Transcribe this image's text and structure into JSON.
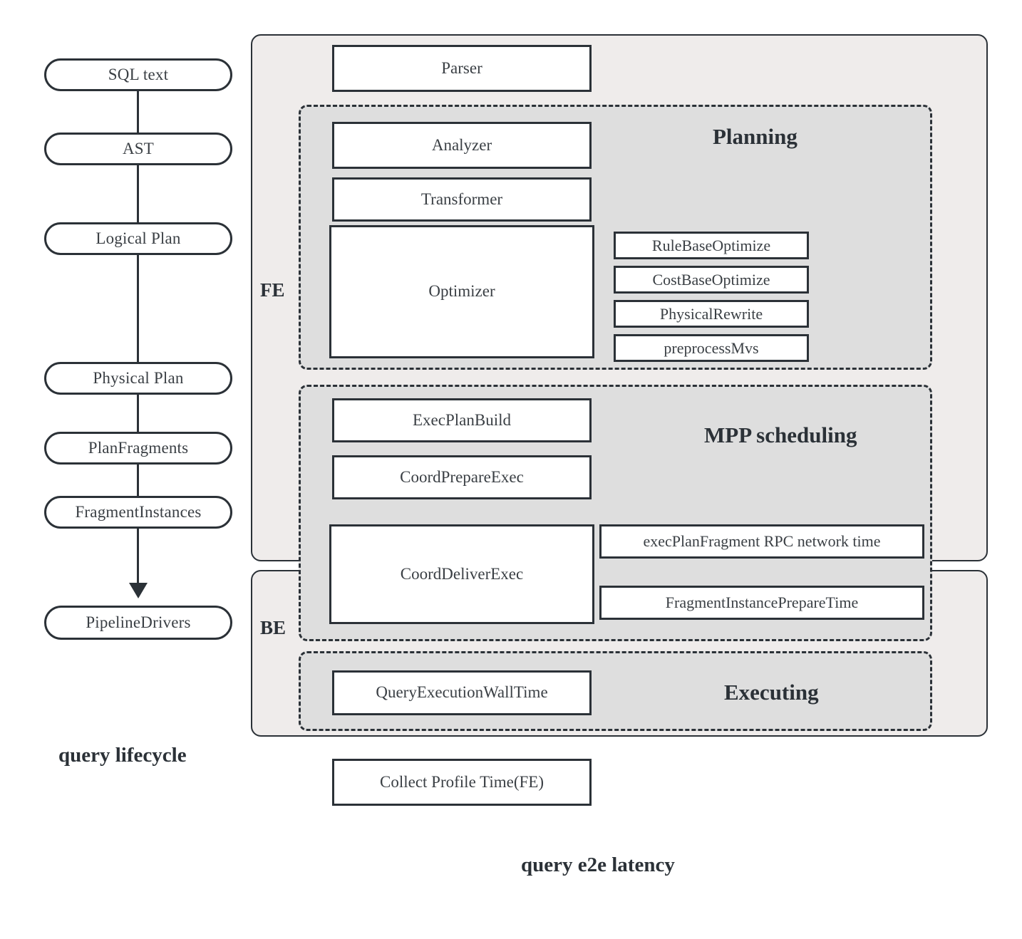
{
  "lifecycle": {
    "caption": "query lifecycle",
    "nodes": [
      {
        "label": "SQL text"
      },
      {
        "label": "AST"
      },
      {
        "label": "Logical Plan"
      },
      {
        "label": "Physical Plan"
      },
      {
        "label": "PlanFragments"
      },
      {
        "label": "FragmentInstances"
      },
      {
        "label": "PipelineDrivers"
      }
    ]
  },
  "latency": {
    "caption": "query e2e latency",
    "panels": {
      "fe_label": "FE",
      "be_label": "BE"
    },
    "parser": {
      "label": "Parser"
    },
    "planning": {
      "title": "Planning",
      "left_boxes": [
        {
          "label": "Analyzer"
        },
        {
          "label": "Transformer"
        },
        {
          "label": "Optimizer"
        }
      ],
      "right_boxes": [
        {
          "label": "RuleBaseOptimize"
        },
        {
          "label": "CostBaseOptimize"
        },
        {
          "label": "PhysicalRewrite"
        },
        {
          "label": "preprocessMvs"
        }
      ]
    },
    "mpp": {
      "title": "MPP scheduling",
      "left_boxes": [
        {
          "label": "ExecPlanBuild"
        },
        {
          "label": "CoordPrepareExec"
        },
        {
          "label": "CoordDeliverExec"
        }
      ],
      "right_boxes": [
        {
          "label": "execPlanFragment RPC network time"
        },
        {
          "label": "FragmentInstancePrepareTime"
        }
      ]
    },
    "executing": {
      "title": "Executing",
      "boxes": [
        {
          "label": "QueryExecutionWallTime"
        }
      ]
    },
    "collect_profile": {
      "label": "Collect Profile Time(FE)"
    }
  },
  "colors": {
    "panel_fill": "#efeceb",
    "stage_fill": "#dedede",
    "stroke": "#2b3137",
    "box_fill": "#ffffff",
    "text": "#3a3f44"
  }
}
